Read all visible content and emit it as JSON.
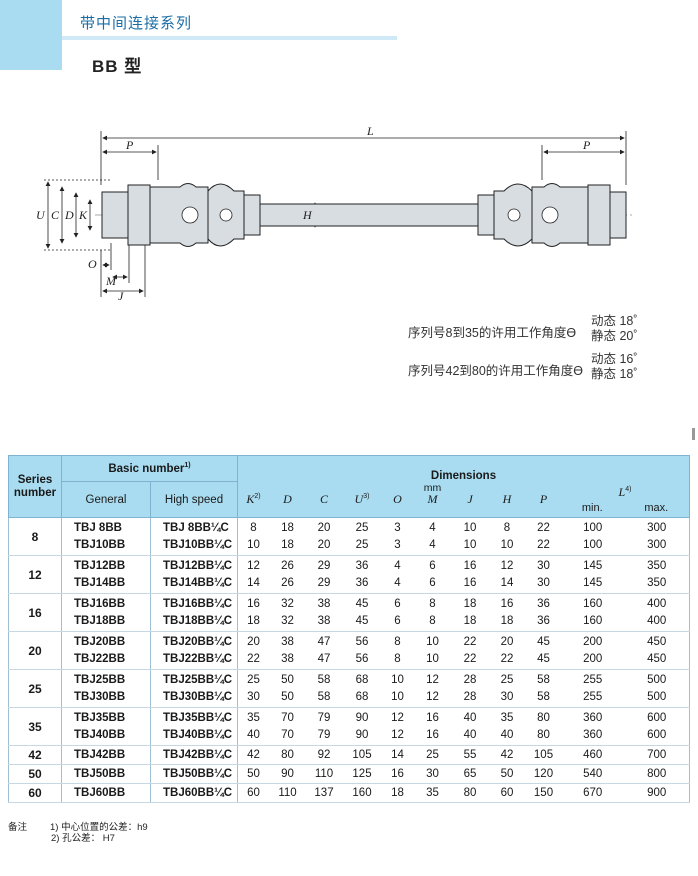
{
  "header": {
    "title": "带中间连接系列",
    "type_label": "BB 型"
  },
  "drawing": {
    "labels": {
      "L": "L",
      "P_left": "P",
      "P_right": "P",
      "U": "U",
      "C": "C",
      "D": "D",
      "K": "K",
      "H": "H",
      "O": "O",
      "M": "M",
      "J": "J"
    }
  },
  "angle_notes": [
    {
      "text": "序列号8到35的许用工作角度ϴ",
      "dynamic": "动态  18˚",
      "static": "静态  20˚"
    },
    {
      "text": "序列号42到80的许用工作角度ϴ",
      "dynamic": "动态  16˚",
      "static": "静态  18˚"
    }
  ],
  "table": {
    "h_series": "Series number",
    "h_basic": "Basic number",
    "h_basic_sup": "1)",
    "h_general": "General",
    "h_highspeed": "High speed",
    "h_dimensions": "Dimensions",
    "h_mm": "mm",
    "dim_cols": [
      {
        "label": "K",
        "sup": "2)"
      },
      {
        "label": "D",
        "sup": ""
      },
      {
        "label": "C",
        "sup": ""
      },
      {
        "label": "U",
        "sup": "3)"
      },
      {
        "label": "O",
        "sup": ""
      },
      {
        "label": "M",
        "sup": ""
      },
      {
        "label": "J",
        "sup": ""
      },
      {
        "label": "H",
        "sup": ""
      },
      {
        "label": "P",
        "sup": ""
      }
    ],
    "h_L": "L",
    "h_L_sup": "4)",
    "h_min": "min.",
    "h_max": "max.",
    "groups": [
      {
        "series": "8",
        "rows": [
          {
            "general": "TBJ  8BB",
            "high": "TBJ  8BB¼C",
            "vals": [
              "8",
              "18",
              "20",
              "25",
              "3",
              "4",
              "10",
              "8",
              "22",
              "100",
              "300"
            ]
          },
          {
            "general": "TBJ10BB",
            "high": "TBJ10BB¼C",
            "vals": [
              "10",
              "18",
              "20",
              "25",
              "3",
              "4",
              "10",
              "10",
              "22",
              "100",
              "300"
            ]
          }
        ]
      },
      {
        "series": "12",
        "rows": [
          {
            "general": "TBJ12BB",
            "high": "TBJ12BB¼C",
            "vals": [
              "12",
              "26",
              "29",
              "36",
              "4",
              "6",
              "16",
              "12",
              "30",
              "145",
              "350"
            ]
          },
          {
            "general": "TBJ14BB",
            "high": "TBJ14BB¼C",
            "vals": [
              "14",
              "26",
              "29",
              "36",
              "4",
              "6",
              "16",
              "14",
              "30",
              "145",
              "350"
            ]
          }
        ]
      },
      {
        "series": "16",
        "rows": [
          {
            "general": "TBJ16BB",
            "high": "TBJ16BB¼C",
            "vals": [
              "16",
              "32",
              "38",
              "45",
              "6",
              "8",
              "18",
              "16",
              "36",
              "160",
              "400"
            ]
          },
          {
            "general": "TBJ18BB",
            "high": "TBJ18BB¼C",
            "vals": [
              "18",
              "32",
              "38",
              "45",
              "6",
              "8",
              "18",
              "18",
              "36",
              "160",
              "400"
            ]
          }
        ]
      },
      {
        "series": "20",
        "rows": [
          {
            "general": "TBJ20BB",
            "high": "TBJ20BB¼C",
            "vals": [
              "20",
              "38",
              "47",
              "56",
              "8",
              "10",
              "22",
              "20",
              "45",
              "200",
              "450"
            ]
          },
          {
            "general": "TBJ22BB",
            "high": "TBJ22BB¼C",
            "vals": [
              "22",
              "38",
              "47",
              "56",
              "8",
              "10",
              "22",
              "22",
              "45",
              "200",
              "450"
            ]
          }
        ]
      },
      {
        "series": "25",
        "rows": [
          {
            "general": "TBJ25BB",
            "high": "TBJ25BB¼C",
            "vals": [
              "25",
              "50",
              "58",
              "68",
              "10",
              "12",
              "28",
              "25",
              "58",
              "255",
              "500"
            ]
          },
          {
            "general": "TBJ30BB",
            "high": "TBJ30BB¼C",
            "vals": [
              "30",
              "50",
              "58",
              "68",
              "10",
              "12",
              "28",
              "30",
              "58",
              "255",
              "500"
            ]
          }
        ]
      },
      {
        "series": "35",
        "rows": [
          {
            "general": "TBJ35BB",
            "high": "TBJ35BB¼C",
            "vals": [
              "35",
              "70",
              "79",
              "90",
              "12",
              "16",
              "40",
              "35",
              "80",
              "360",
              "600"
            ]
          },
          {
            "general": "TBJ40BB",
            "high": "TBJ40BB¼C",
            "vals": [
              "40",
              "70",
              "79",
              "90",
              "12",
              "16",
              "40",
              "40",
              "80",
              "360",
              "600"
            ]
          }
        ]
      },
      {
        "series": "42",
        "rows": [
          {
            "general": "TBJ42BB",
            "high": "TBJ42BB¼C",
            "vals": [
              "42",
              "80",
              "92",
              "105",
              "14",
              "25",
              "55",
              "42",
              "105",
              "460",
              "700"
            ]
          }
        ]
      },
      {
        "series": "50",
        "rows": [
          {
            "general": "TBJ50BB",
            "high": "TBJ50BB¼C",
            "vals": [
              "50",
              "90",
              "110",
              "125",
              "16",
              "30",
              "65",
              "50",
              "120",
              "540",
              "800"
            ]
          }
        ]
      },
      {
        "series": "60",
        "rows": [
          {
            "general": "TBJ60BB",
            "high": "TBJ60BB¼C",
            "vals": [
              "60",
              "110",
              "137",
              "160",
              "18",
              "35",
              "80",
              "60",
              "150",
              "670",
              "900"
            ]
          }
        ]
      }
    ]
  },
  "notes": {
    "label": "备注",
    "items": [
      "1) 中心位置的公差：h9",
      "2) 孔公差：  H7"
    ]
  },
  "colors": {
    "header_bg": "#a9dcf0",
    "title": "#1a6ea8",
    "part_fill": "#d8dde2",
    "part_stroke": "#222222"
  }
}
